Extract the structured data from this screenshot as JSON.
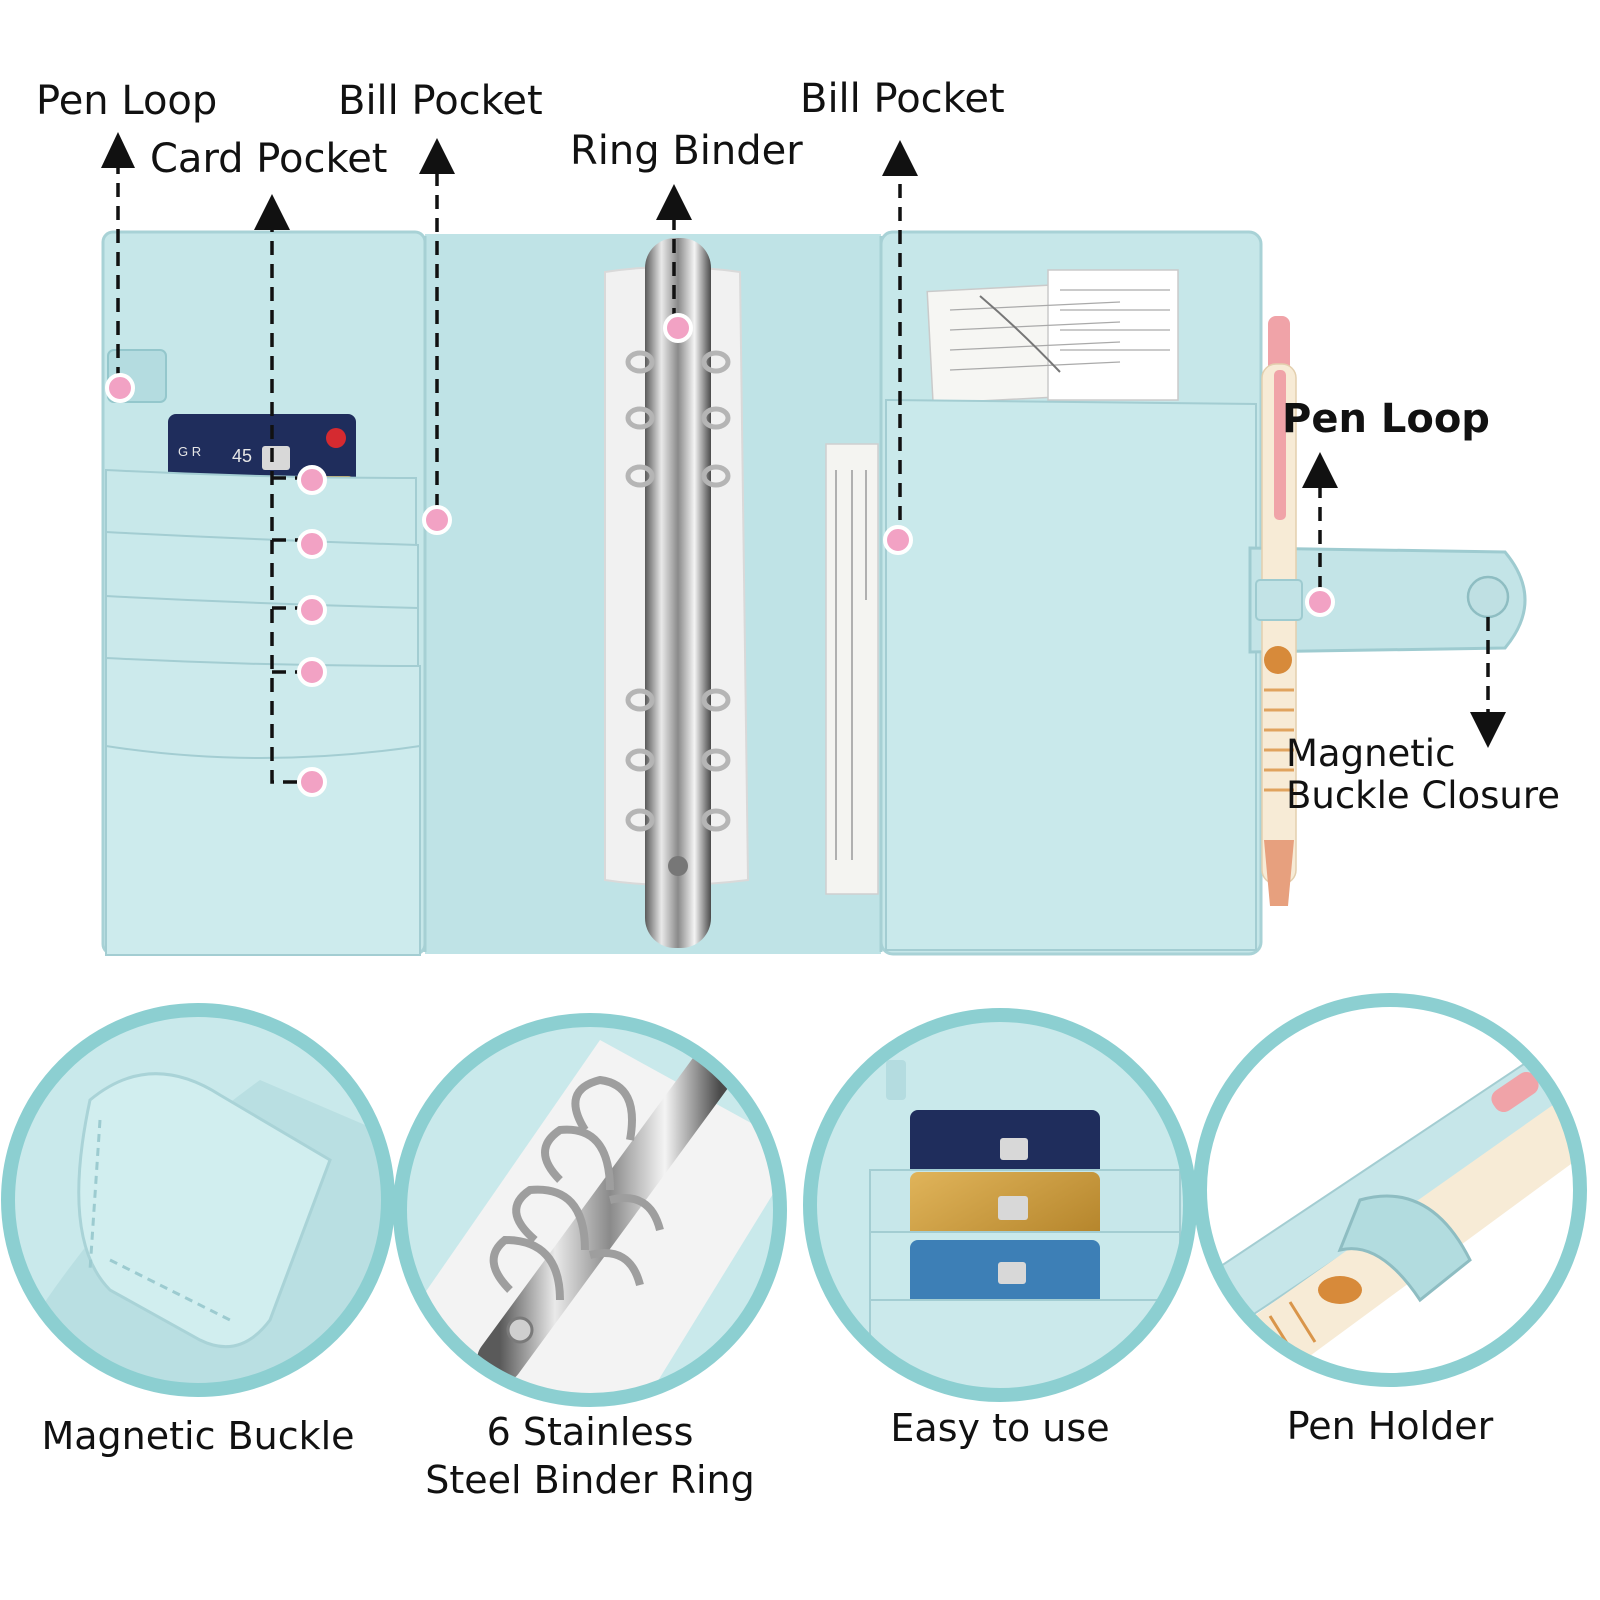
{
  "callouts": {
    "pen_loop_left": "Pen Loop",
    "card_pocket": "Card Pocket",
    "bill_pocket_left": "Bill Pocket",
    "ring_binder": "Ring Binder",
    "bill_pocket_right": "Bill Pocket",
    "pen_loop_right": "Pen Loop",
    "magnetic_closure_line1": "Magnetic",
    "magnetic_closure_line2": "Buckle Closure"
  },
  "features": [
    {
      "caption_line1": "Magnetic Buckle",
      "caption_line2": ""
    },
    {
      "caption_line1": "6 Stainless",
      "caption_line2": "Steel Binder Ring"
    },
    {
      "caption_line1": "Easy to use",
      "caption_line2": ""
    },
    {
      "caption_line1": "Pen Holder",
      "caption_line2": ""
    }
  ],
  "colors": {
    "binder": "#c5e6e8",
    "binder_dark": "#a9d3d7",
    "stitch": "#9ccbd0",
    "marker": "#f2a2c4",
    "circle_ring": "#8ccfd1",
    "card_navy": "#1f2d5c",
    "card_gold": "#c79a3a",
    "card_red": "#d52a30",
    "card_blue": "#3d7fb6",
    "pen_pink": "#f0a3a8",
    "pen_cream": "#f7ebd6"
  }
}
